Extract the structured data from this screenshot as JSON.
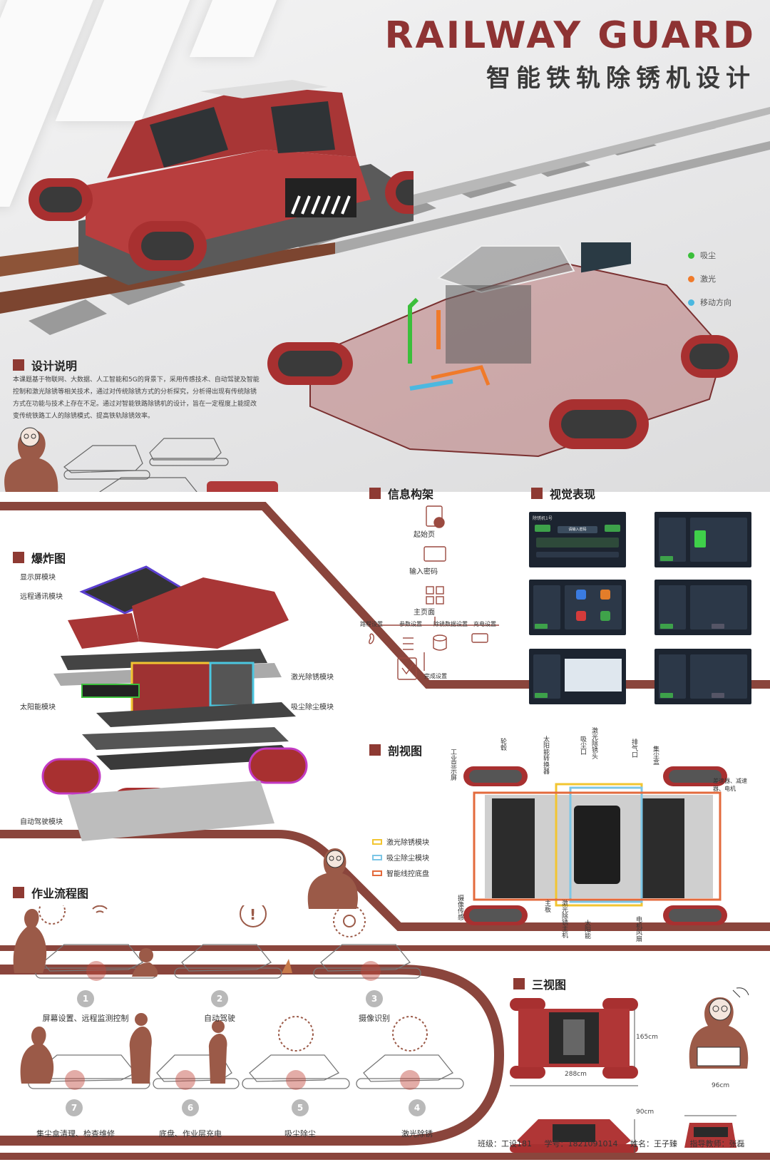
{
  "title": {
    "en": "RAILWAY GUARD",
    "zh": "智能铁轨除锈机设计"
  },
  "legend_top": [
    {
      "label": "吸尘",
      "color": "#3bbf3b"
    },
    {
      "label": "激光",
      "color": "#f07a2a"
    },
    {
      "label": "移动方向",
      "color": "#4bb8e0"
    }
  ],
  "design_description": {
    "heading": "设计说明",
    "text": "本课题基于物联网、大数据、人工智能和5G的背景下，采用传感技术、自动驾驶及智能控制和激光除锈等相关技术，通过对传统除锈方式的分析探究，分析得出现有传统除锈方式在功能与技术上存在不足。通过对智能铁路除锈机的设计，旨在一定程度上能提改变传统铁路工人的除锈模式、提高铁轨除锈效率。"
  },
  "info_architecture": {
    "heading": "信息构架",
    "start": "起始页",
    "password": "输入密码",
    "home": "主页面",
    "branches": [
      "路程设置",
      "参数设置",
      "除锈数据设置",
      "充电设置"
    ],
    "done": "完成设置"
  },
  "visual": {
    "heading": "视觉表现",
    "screen1_title": "除锈机1号",
    "screen1_prompt": "请输入密码"
  },
  "explosion": {
    "heading": "爆炸图",
    "labels": {
      "display": "显示屏模块",
      "comm": "远程通讯模块",
      "laser": "激光除锈模块",
      "solar": "太阳能模块",
      "dust": "吸尘除尘模块",
      "auto": "自动驾驶模块"
    }
  },
  "section": {
    "heading": "剖视图",
    "legend": [
      {
        "label": "激光除锈模块",
        "color": "#f2c531"
      },
      {
        "label": "吸尘除尘模块",
        "color": "#7cc6e6"
      },
      {
        "label": "智能线控底盘",
        "color": "#e36a3c"
      }
    ],
    "top_labels": [
      "轮毂",
      "太阳能转换器",
      "吸尘口",
      "激光除锈头",
      "排气口",
      "集尘盒"
    ],
    "left_label": "工业显示屏",
    "right_label": "差速器、减速器、电机",
    "bottom_labels": [
      "摄像传感",
      "主板",
      "激光除锈主机",
      "太阳能",
      "电机风扇"
    ]
  },
  "workflow": {
    "heading": "作业流程图",
    "steps": [
      {
        "num": "1",
        "label": "屏幕设置、远程监测控制"
      },
      {
        "num": "2",
        "label": "自动驾驶"
      },
      {
        "num": "3",
        "label": "摄像识别"
      },
      {
        "num": "4",
        "label": "激光除锈"
      },
      {
        "num": "5",
        "label": "吸尘除尘"
      },
      {
        "num": "6",
        "label": "底盘、作业层充电"
      },
      {
        "num": "7",
        "label": "集尘盒清理、检查维修"
      }
    ]
  },
  "three_view": {
    "heading": "三视图",
    "dims": {
      "height": "165cm",
      "length": "288cm",
      "width": "96cm",
      "depth": "90cm"
    }
  },
  "footer": {
    "class": "班级：工设181",
    "student_id": "学号：1821091014",
    "name": "姓名：王子臻",
    "teacher": "指导教师：张磊"
  },
  "colors": {
    "brand": "#8e3333",
    "band": "#8a453c",
    "figure": "#9b5a48"
  }
}
